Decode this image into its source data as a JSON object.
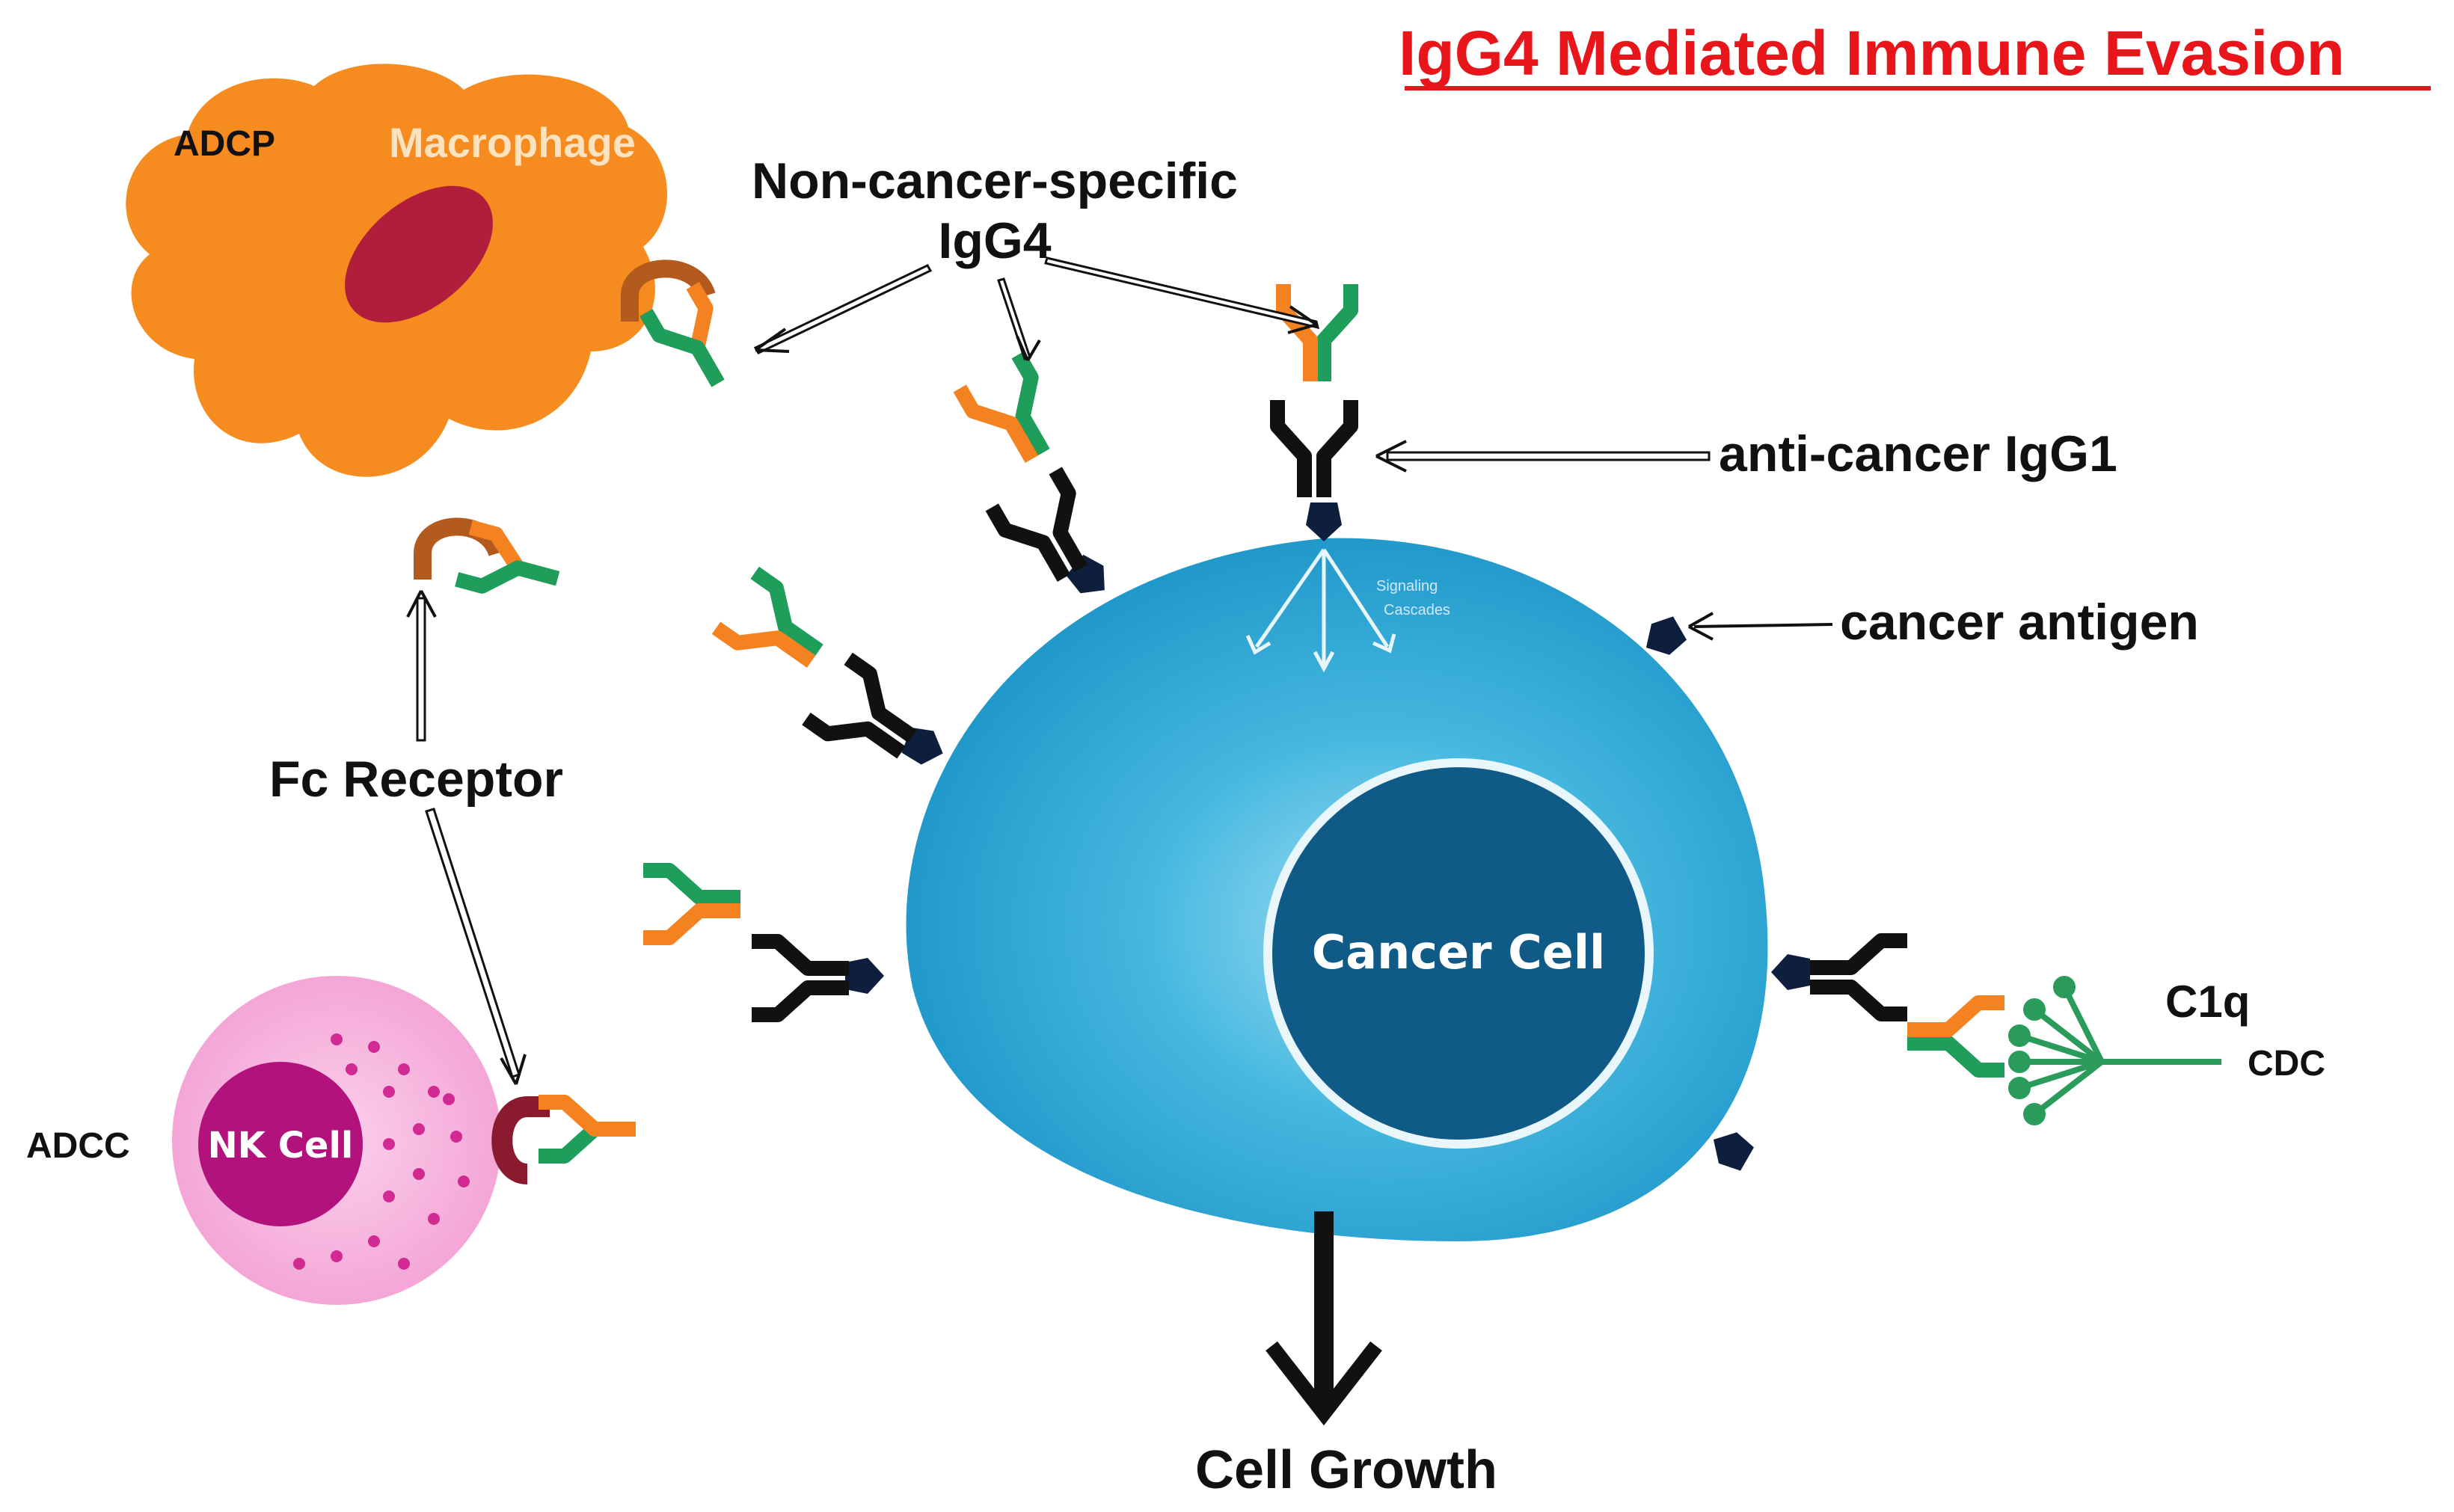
{
  "title": "IgG4 Mediated Immune Evasion",
  "labels": {
    "adcp": "ADCP",
    "macrophage": "Macrophage",
    "non_cancer_specific_line1": "Non-cancer-specific",
    "non_cancer_specific_line2": "IgG4",
    "anti_cancer_igg1": "anti-cancer IgG1",
    "cancer_antigen": "cancer antigen",
    "signaling_line1": "Signaling",
    "signaling_line2": "Cascades",
    "fc_receptor": "Fc Receptor",
    "cancer_cell": "Cancer Cell",
    "c1q": "C1q",
    "cdc": "CDC",
    "adcc": "ADCC",
    "nk_cell": "NK Cell",
    "cell_growth": "Cell Growth"
  },
  "colors": {
    "title_red": "#e8161b",
    "macrophage_orange": "#f68b1f",
    "macrophage_nucleus": "#b01e3c",
    "cancer_cell_blue": "#2aa7d6",
    "cancer_nucleus": "#0f5a86",
    "nk_cell_pink": "#f6a9d8",
    "nk_nucleus": "#b2127c",
    "igg4_green": "#1e9e5a",
    "igg4_orange": "#f58220",
    "igg1_black": "#111111",
    "fc_receptor_brown": "#b35b1f",
    "nk_receptor_maroon": "#8b1a2f",
    "antigen_navy": "#0d1f3c",
    "c1q_green": "#2a9b5b"
  }
}
